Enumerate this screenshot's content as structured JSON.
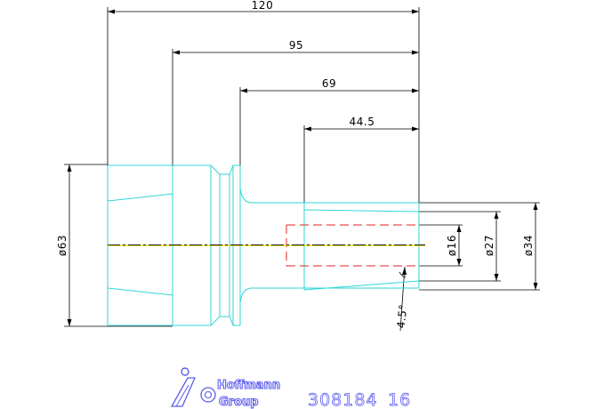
{
  "dimensions": {
    "length_total": "120",
    "length_95": "95",
    "length_69": "69",
    "length_44_5": "44.5",
    "dia_63": "ø63",
    "dia_16": "ø16",
    "dia_27": "ø27",
    "dia_34": "ø34",
    "taper_angle": "4.5°"
  },
  "logo": {
    "line1": "Hoffmann",
    "line2": "Group"
  },
  "part_number": {
    "number": "308184",
    "size": "16"
  },
  "colors": {
    "part_outline": "#2fd6d6",
    "dimension": "#000000",
    "centerline": "#e8e000",
    "bore": "#e02020",
    "logo": "#5c5cf0"
  }
}
